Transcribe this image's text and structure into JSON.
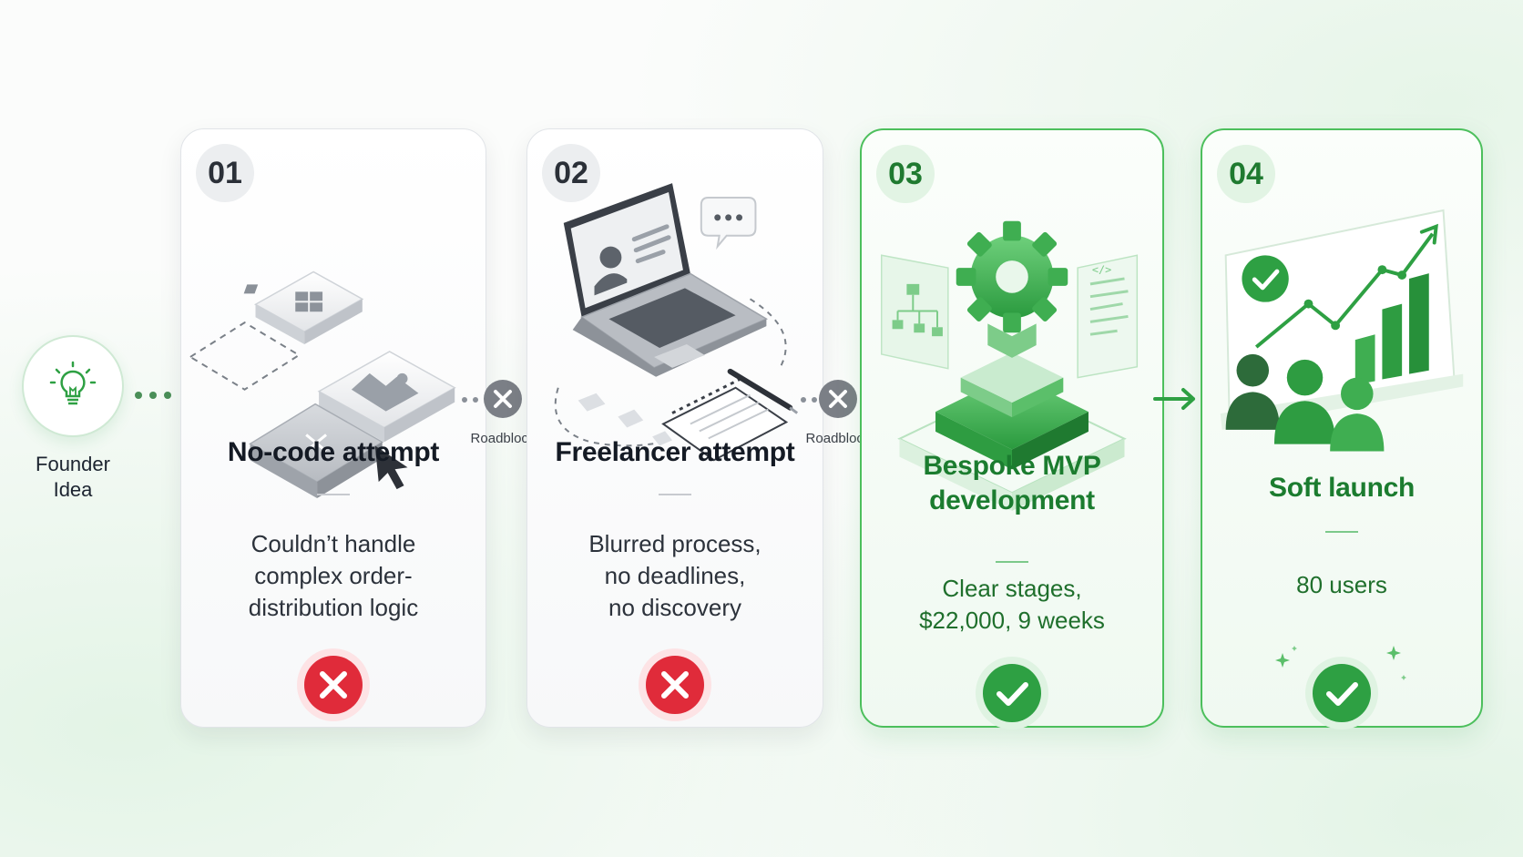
{
  "start": {
    "label_line1": "Founder",
    "label_line2": "Idea",
    "icon": "lightbulb-icon"
  },
  "connectors": [
    {
      "label": "Roadblock",
      "icon": "x-circle-icon"
    },
    {
      "label": "Roadblock",
      "icon": "x-circle-icon"
    }
  ],
  "steps": [
    {
      "number": "01",
      "title": "No-code attempt",
      "description": [
        "Couldn’t handle",
        "complex order-",
        "distribution logic"
      ],
      "status": "fail",
      "icon": "no-code-blocks-icon"
    },
    {
      "number": "02",
      "title": "Freelancer attempt",
      "description": [
        "Blurred process,",
        "no deadlines,",
        "no discovery"
      ],
      "status": "fail",
      "icon": "laptop-freelancer-icon"
    },
    {
      "number": "03",
      "title_line1": "Bespoke MVP",
      "title_line2": "development",
      "description": [
        "Clear stages,",
        "$22,000, 9 weeks"
      ],
      "status": "success",
      "icon": "gear-platform-icon"
    },
    {
      "number": "04",
      "title": "Soft launch",
      "description": [
        "80 users"
      ],
      "status": "success",
      "icon": "growth-chart-users-icon"
    }
  ],
  "colors": {
    "accent_green": "#2ea043",
    "fail_red": "#e02b3a",
    "text_dark": "#141a24",
    "card_border": "#e1e4e8"
  }
}
